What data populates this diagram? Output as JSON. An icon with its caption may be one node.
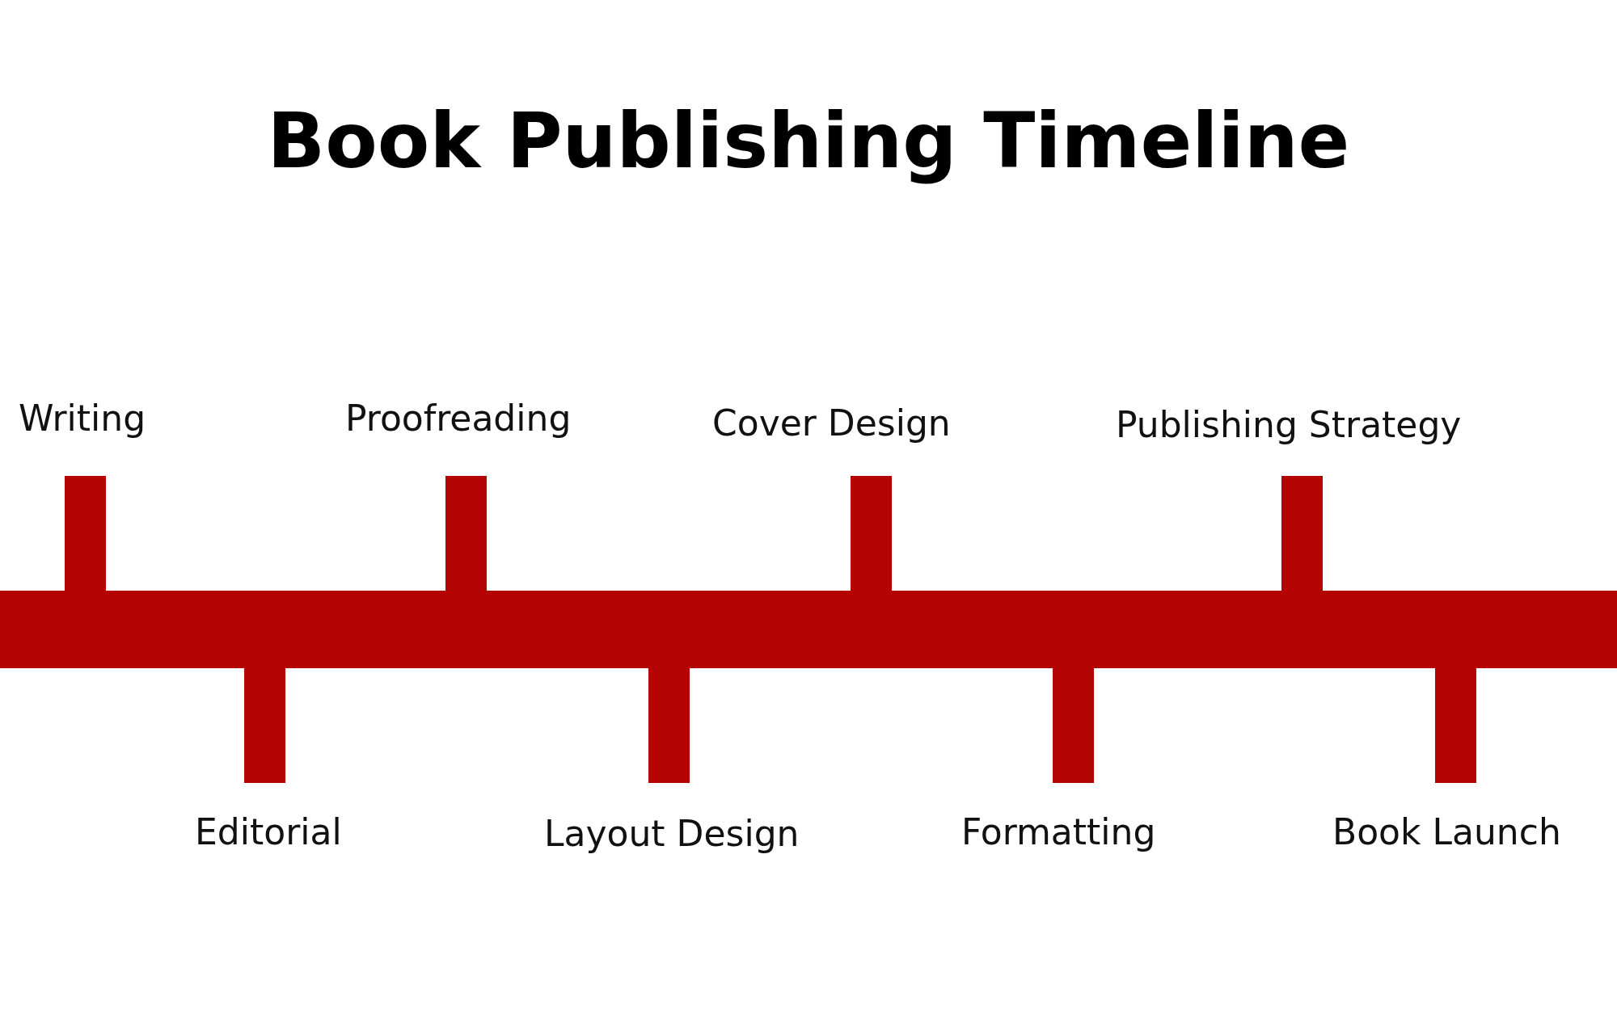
{
  "diagram": {
    "title": "Book Publishing Timeline",
    "labels": [
      "Writing",
      "Editorial",
      "Proofreading",
      "Layout Design",
      "Cover Design",
      "Formatting",
      "Publishing Strategy",
      "Book Launch"
    ]
  }
}
